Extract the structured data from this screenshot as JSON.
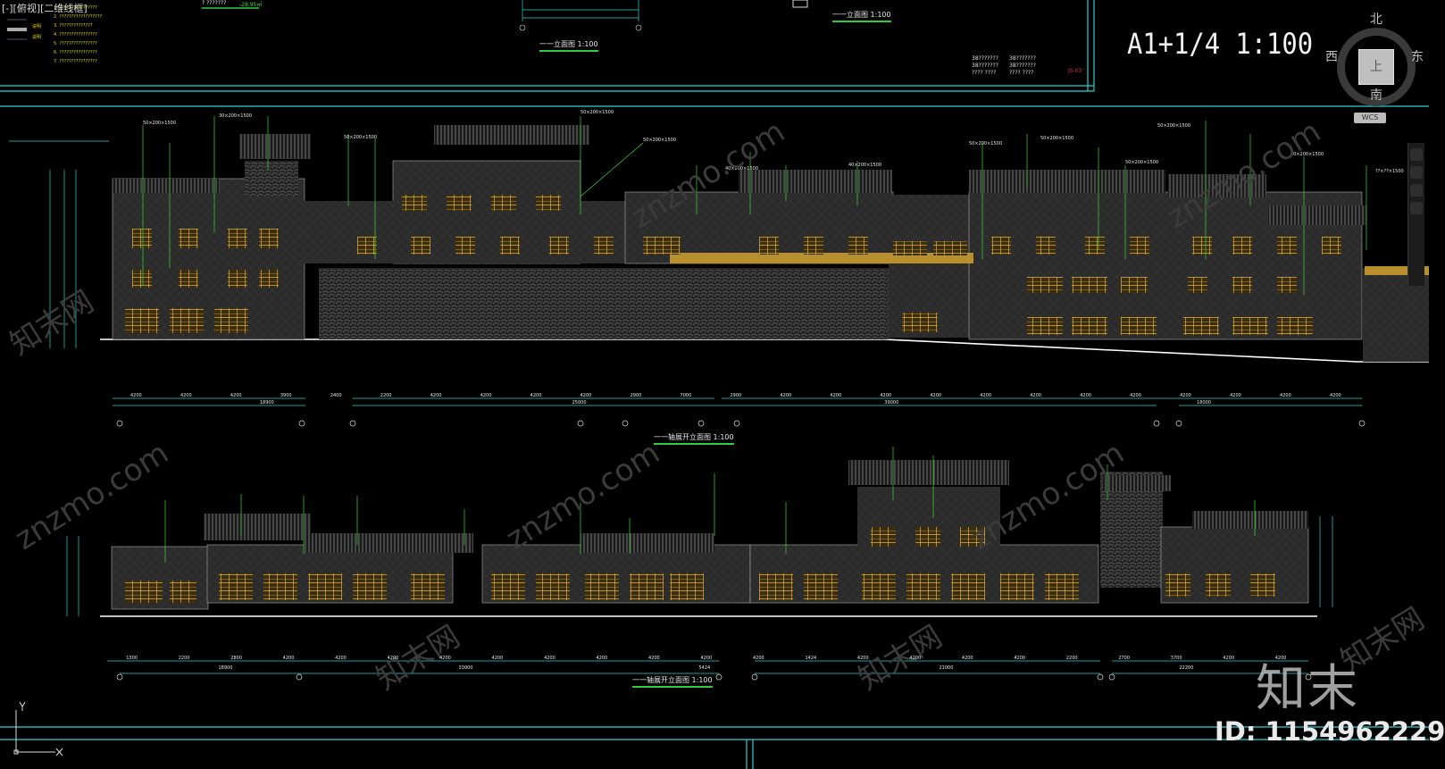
{
  "viewport": {
    "tag_parts": [
      "[-][俯视][二维线框]"
    ]
  },
  "sheet": {
    "scale_title": "A1+1/4 1:100",
    "info_lines": [
      "38???????",
      "38???????",
      "???? ????",
      "38???????",
      "38???????",
      "???? ????"
    ],
    "code": "JS-03"
  },
  "viewcube": {
    "north": "北",
    "south": "南",
    "west": "西",
    "east": "东",
    "face": "上",
    "wcs": "WCS"
  },
  "top_strip": {
    "note_value_1": "? ???????",
    "note_value_2": "-28.95㎡",
    "legend_a": "说明",
    "legend_b": "说明"
  },
  "elevations": [
    {
      "title": "一一立面图 1:100"
    },
    {
      "title": "一一立面图 1:100"
    },
    {
      "title": "一一轴展开立面图 1:100"
    },
    {
      "title": "一一轴展开立面图 1:100"
    }
  ],
  "dims_top": [
    "4200",
    "4200",
    "4200",
    "3900",
    "2400",
    "2200",
    "4200",
    "4200",
    "4200",
    "4200",
    "2900",
    "7000",
    "2900",
    "4200",
    "4200",
    "4200",
    "4200",
    "4200",
    "4200",
    "4200",
    "4200",
    "4200",
    "4200",
    "4200",
    "4200"
  ],
  "dims_top_totals": [
    "18900",
    "25000",
    "39000",
    "18000"
  ],
  "dims_bottom": [
    "1300",
    "2200",
    "2800",
    "4200",
    "4200",
    "4200",
    "4200",
    "4200",
    "4200",
    "4200",
    "4200",
    "4200",
    "4200",
    "1424",
    "4200",
    "4200",
    "4200",
    "4200",
    "2200",
    "2700",
    "3700",
    "4200",
    "4200"
  ],
  "dims_bottom_totals": [
    "18900",
    "33000",
    "5424",
    "21000",
    "22200"
  ],
  "watermark_text": "znzmo.com",
  "watermark_cn": "知末网",
  "logo": "知末",
  "id_label": "ID: 1154962229",
  "colors": {
    "frame": "#2ecfcf",
    "wall": "#4a4a4a",
    "timber": "#c89a2e",
    "leader": "#33dd33",
    "dim": "#2ecfcf"
  }
}
